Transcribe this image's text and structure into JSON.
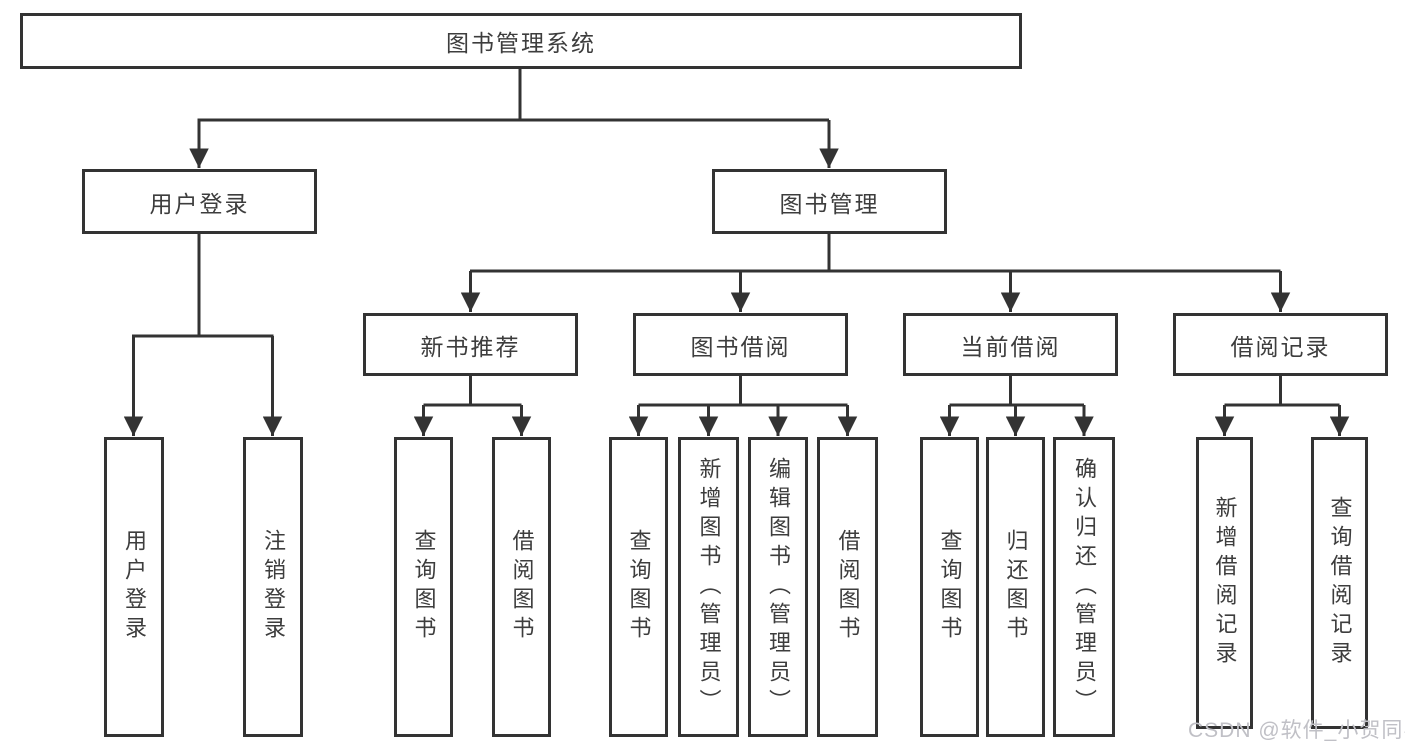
{
  "diagram": {
    "title": "图书管理系统",
    "watermark": "CSDN @软件_小贺同学",
    "colors": {
      "background": "#ffffff",
      "line": "#333333",
      "box_border": "#333333",
      "text": "#3d3d3d",
      "watermark": "#c0c0c6"
    },
    "nodes": {
      "root": {
        "label": "图书管理系统",
        "children": [
          "user_login",
          "book_mgmt"
        ]
      },
      "user_login": {
        "label": "用户登录",
        "children": [
          "ul_login",
          "ul_logout"
        ]
      },
      "book_mgmt": {
        "label": "图书管理",
        "children": [
          "new_book_rec",
          "book_borrow",
          "current_borrow",
          "borrow_record"
        ]
      },
      "new_book_rec": {
        "label": "新书推荐",
        "children": [
          "nbr_query",
          "nbr_borrow"
        ]
      },
      "book_borrow": {
        "label": "图书借阅",
        "children": [
          "bb_query",
          "bb_add",
          "bb_edit",
          "bb_borrow"
        ]
      },
      "current_borrow": {
        "label": "当前借阅",
        "children": [
          "cb_query",
          "cb_return",
          "cb_confirm"
        ]
      },
      "borrow_record": {
        "label": "借阅记录",
        "children": [
          "br_add",
          "br_query"
        ]
      },
      "ul_login": {
        "label": "用户登录"
      },
      "ul_logout": {
        "label": "注销登录"
      },
      "nbr_query": {
        "label": "查询图书"
      },
      "nbr_borrow": {
        "label": "借阅图书"
      },
      "bb_query": {
        "label": "查询图书"
      },
      "bb_add": {
        "label": "新增图书（管理员）"
      },
      "bb_edit": {
        "label": "编辑图书（管理员）"
      },
      "bb_borrow": {
        "label": "借阅图书"
      },
      "cb_query": {
        "label": "查询图书"
      },
      "cb_return": {
        "label": "归还图书"
      },
      "cb_confirm": {
        "label": "确认归还（管理员）"
      },
      "br_add": {
        "label": "新增借阅记录"
      },
      "br_query": {
        "label": "查询借阅记录"
      }
    }
  }
}
